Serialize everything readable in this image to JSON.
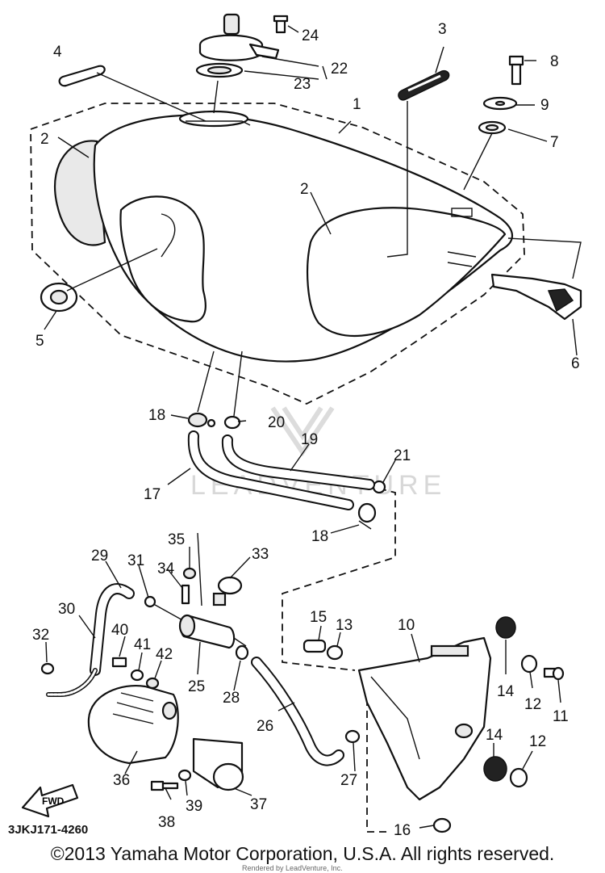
{
  "drawing_code": "3JKJ171-4260",
  "copyright": "©2013 Yamaha Motor Corporation, U.S.A. All rights reserved.",
  "rendered_by": "Rendered by LeadVenture, Inc.",
  "watermark": "LEADVENTURE",
  "fwd_label": "FWD",
  "callouts": {
    "c1": "1",
    "c2a": "2",
    "c2b": "2",
    "c3": "3",
    "c4": "4",
    "c5": "5",
    "c6": "6",
    "c7": "7",
    "c8": "8",
    "c9": "9",
    "c10": "10",
    "c11": "11",
    "c12a": "12",
    "c12b": "12",
    "c13": "13",
    "c14a": "14",
    "c14b": "14",
    "c15": "15",
    "c16": "16",
    "c17": "17",
    "c18a": "18",
    "c18b": "18",
    "c19": "19",
    "c20": "20",
    "c21": "21",
    "c22": "22",
    "c23": "23",
    "c24": "24",
    "c25": "25",
    "c26": "26",
    "c27": "27",
    "c28": "28",
    "c29": "29",
    "c30": "30",
    "c31": "31",
    "c32": "32",
    "c33": "33",
    "c34": "34",
    "c35": "35",
    "c36": "36",
    "c37": "37",
    "c38": "38",
    "c39": "39",
    "c40": "40",
    "c41": "41",
    "c42": "42"
  }
}
